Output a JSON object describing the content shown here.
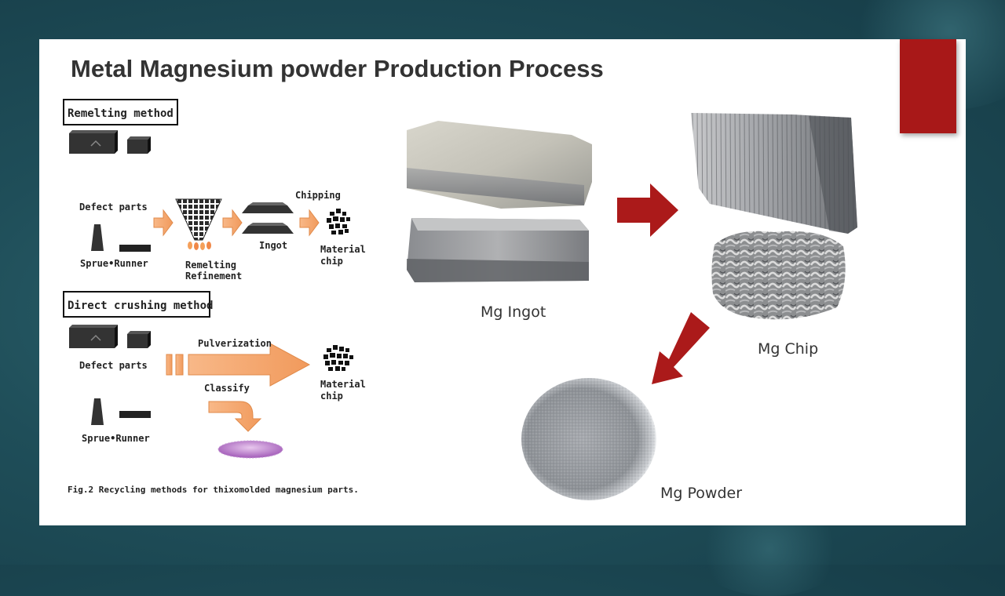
{
  "slide": {
    "title": "Metal Magnesium powder Production Process",
    "accent_color": "#a81818",
    "arrow_color": "#ab1a1a"
  },
  "diagram": {
    "remelting": {
      "heading": "Remelting method",
      "defect_parts": "Defect parts",
      "sprue_runner": "Sprue•Runner",
      "remelting_line1": "Remelting",
      "remelting_line2": "Refinement",
      "ingot": "Ingot",
      "chipping": "Chipping",
      "material_line1": "Material",
      "material_line2": "chip"
    },
    "direct": {
      "heading": "Direct crushing method",
      "defect_parts": "Defect parts",
      "sprue_runner": "Sprue•Runner",
      "pulverization": "Pulverization",
      "classify": "Classify",
      "material_line1": "Material",
      "material_line2": "chip"
    },
    "caption": "Fig.2 Recycling methods for thixomolded magnesium parts."
  },
  "photos": {
    "ingot_caption": "Mg Ingot",
    "chip_caption": "Mg Chip",
    "powder_caption": "Mg Powder"
  }
}
